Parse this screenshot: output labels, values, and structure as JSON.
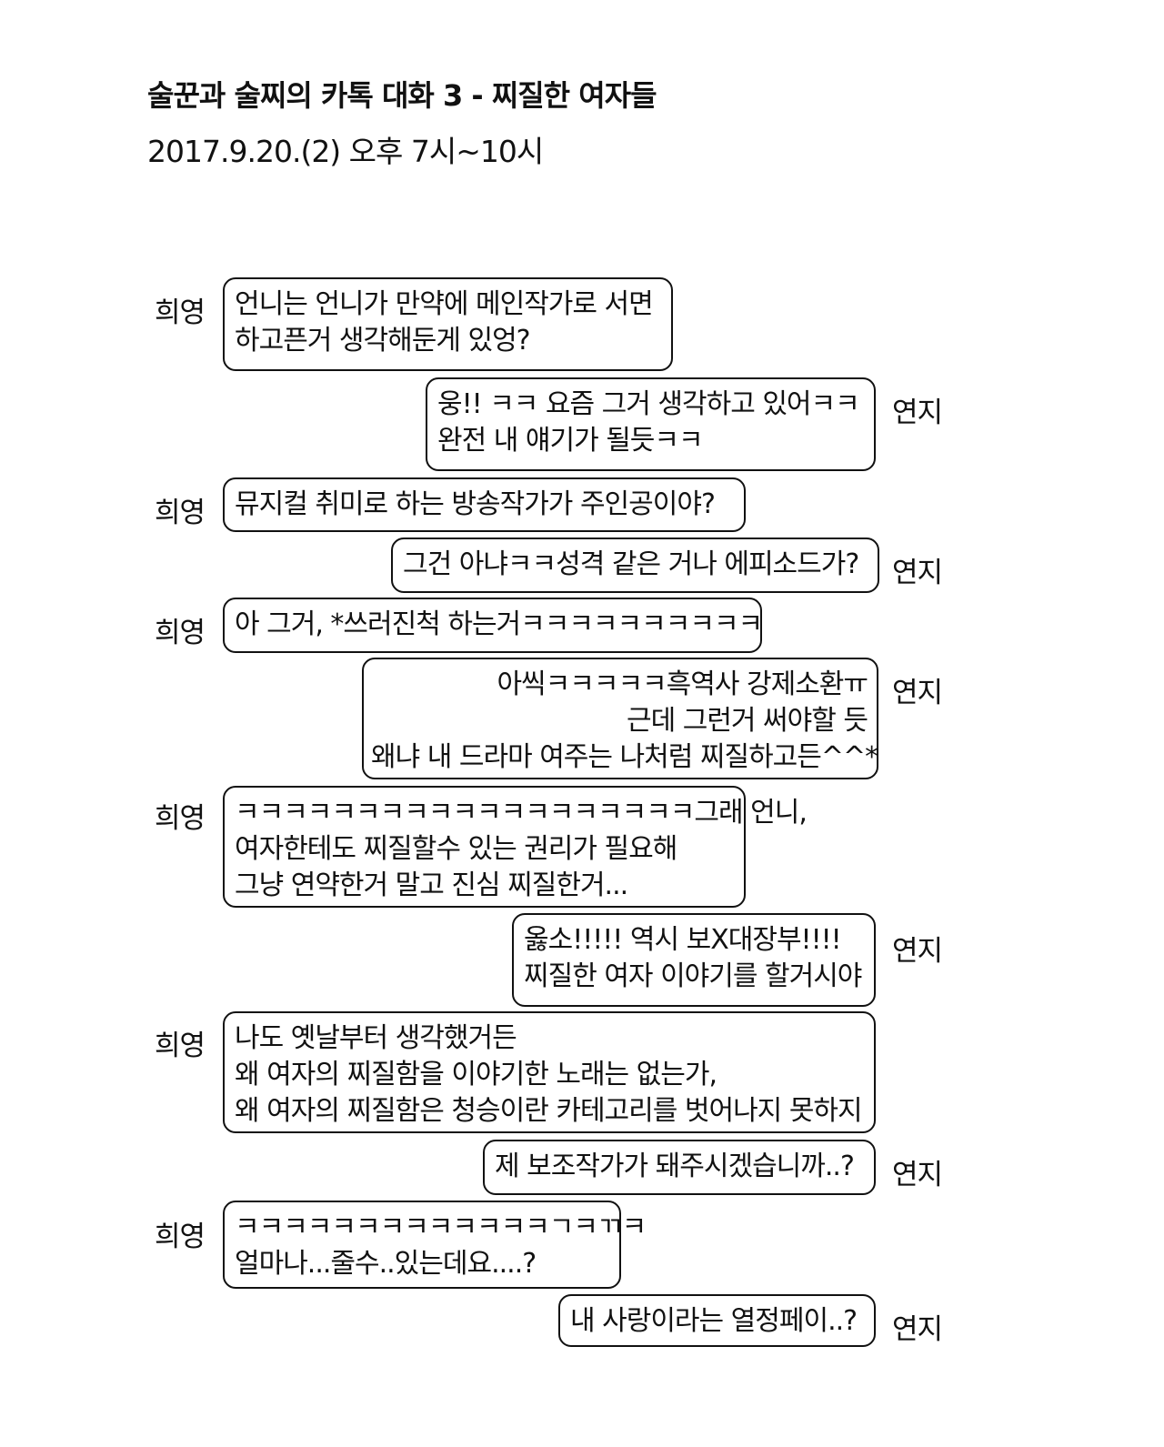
{
  "header": {
    "title": "술꾼과 술찌의 카톡 대화 3 - 찌질한 여자들",
    "date": "2017.9.20.(2) 오후 7시~10시"
  },
  "speakers": {
    "left": "희영",
    "right": "연지"
  },
  "messages": [
    {
      "side": "left",
      "lines": [
        "언니는 언니가 만약에 메인작가로 서면",
        "하고픈거 생각해둔게 있엉?"
      ]
    },
    {
      "side": "right",
      "lines": [
        "웅!!  ㅋㅋ 요즘 그거 생각하고 있어ㅋㅋ",
        "완전 내 얘기가 될듯ㅋㅋ"
      ]
    },
    {
      "side": "left",
      "lines": [
        "뮤지컬 취미로 하는 방송작가가 주인공이야?"
      ]
    },
    {
      "side": "right",
      "lines": [
        "그건 아냐ㅋㅋ성격 같은 거나 에피소드가?"
      ]
    },
    {
      "side": "left",
      "lines": [
        "아 그거, *쓰러진척 하는거ㅋㅋㅋㅋㅋㅋㅋㅋㅋㅋ"
      ]
    },
    {
      "side": "right",
      "lines": [
        "아씩ㅋㅋㅋㅋㅋ흑역사 강제소환ㅠ",
        "근데 그런거 써야할 듯",
        "왜냐 내 드라마 여주는 나처럼 찌질하고든^^*"
      ]
    },
    {
      "side": "left",
      "lines": [
        "ㅋㅋㅋㅋㅋㅋㅋㅋㅋㅋㅋㅋㅋㅋㅋㅋㅋㅋㅋ그래 언니,",
        "여자한테도 찌질할수 있는 권리가 필요해",
        "그냥 연약한거 말고 진심 찌질한거..."
      ]
    },
    {
      "side": "right",
      "lines": [
        "옳소!!!!! 역시 보X대장부!!!!",
        "찌질한 여자 이야기를 할거시야"
      ]
    },
    {
      "side": "left",
      "lines": [
        "나도 옛날부터 생각했거든",
        "왜 여자의 찌질함을 이야기한 노래는 없는가,",
        "왜 여자의 찌질함은 청승이란 카테고리를 벗어나지 못하지"
      ]
    },
    {
      "side": "right",
      "lines": [
        "제 보조작가가 돼주시겠습니까..?"
      ]
    },
    {
      "side": "left",
      "lines": [
        "ㅋㅋㅋㅋㅋㅋㅋㅋㅋㅋㅋㅋㅋㄱㅋㄲㅋ",
        "얼마나...줄수..있는데요....?"
      ]
    },
    {
      "side": "right",
      "lines": [
        "내 사랑이라는 열정페이..?"
      ]
    }
  ]
}
